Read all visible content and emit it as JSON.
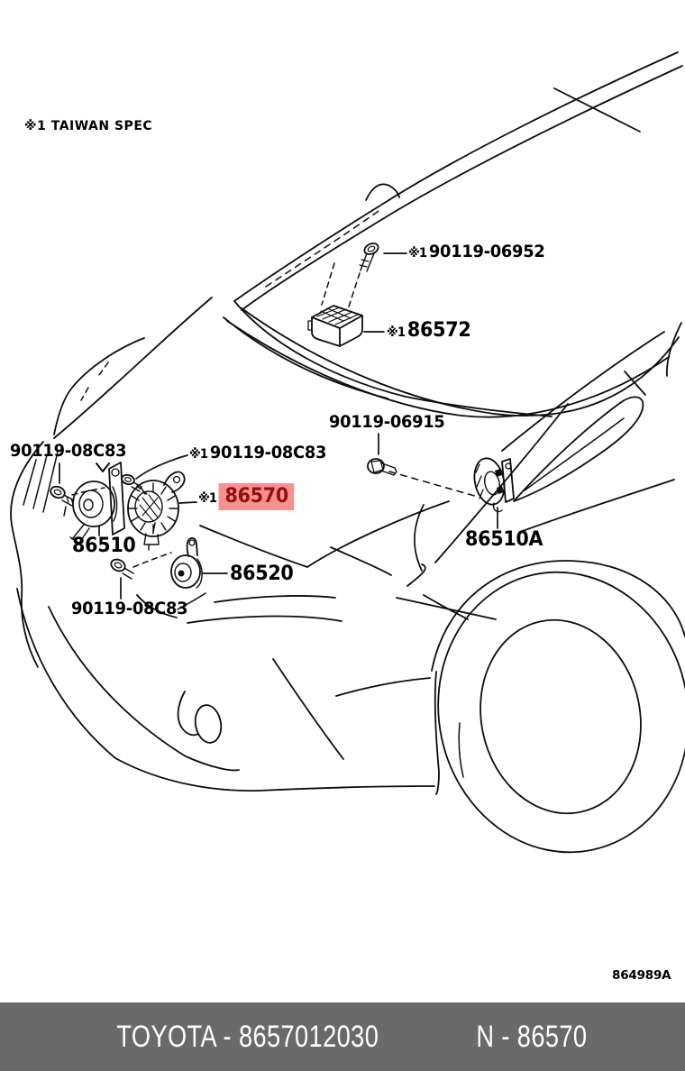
{
  "page": {
    "spec_note": "※1 TAIWAN SPEC",
    "ref_code": "864989A"
  },
  "diagram": {
    "highlight_color": "#f89090",
    "highlight_text_color": "#8e1212",
    "labels": [
      {
        "prefix": "※1",
        "text": "90119-06952",
        "highlighted": false
      },
      {
        "prefix": "※1",
        "text": "86572",
        "highlighted": false
      },
      {
        "text": "90119-06915",
        "highlighted": false
      },
      {
        "text": "90119-08C83",
        "highlighted": false
      },
      {
        "prefix": "※1",
        "text": "90119-08C83",
        "highlighted": false
      },
      {
        "prefix": "※1",
        "text": "86570",
        "highlighted": true
      },
      {
        "text": "86510",
        "highlighted": false
      },
      {
        "text": "86510A",
        "highlighted": false
      },
      {
        "text": "86520",
        "highlighted": false
      },
      {
        "text": "90119-08C83",
        "highlighted": false
      }
    ]
  },
  "footer": {
    "left_text": "TOYOTA - 8657012030",
    "right_text": "N - 86570",
    "background": "#6a6a6a"
  }
}
